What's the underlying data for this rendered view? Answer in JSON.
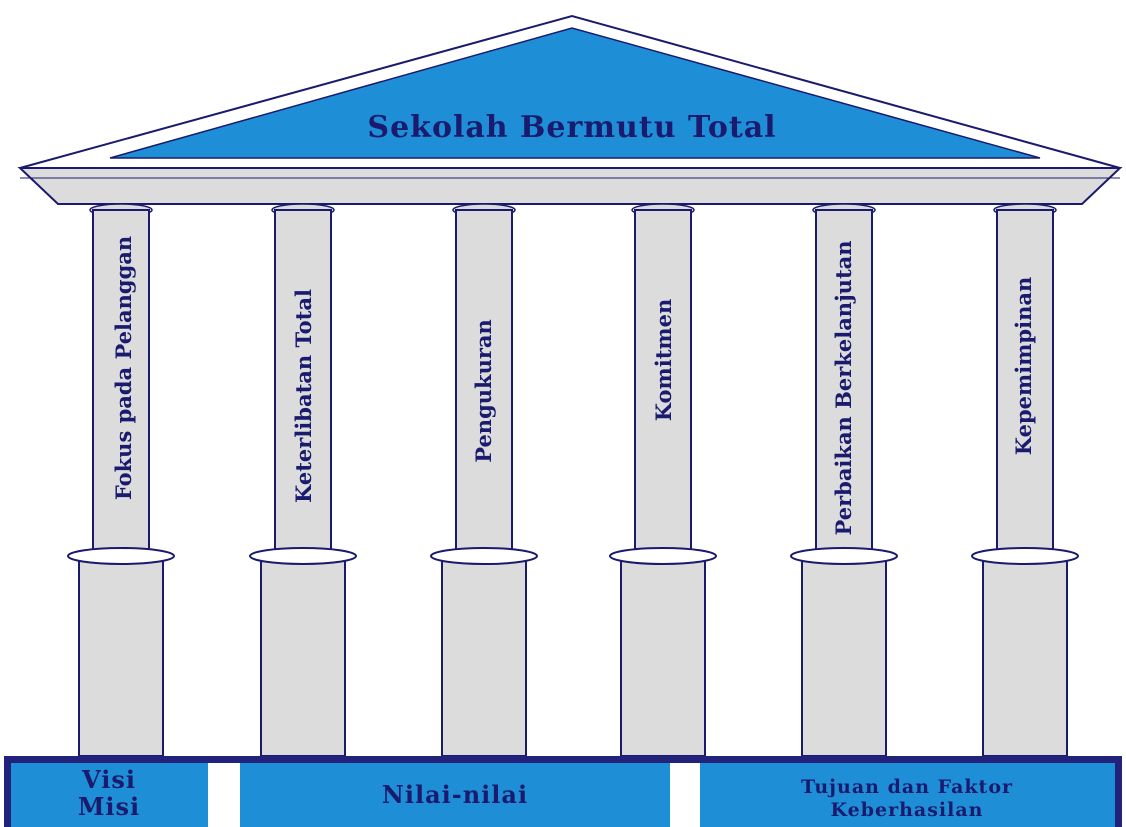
{
  "title": "Sekolah Bermutu Total",
  "pillars": [
    {
      "label": "Fokus pada Pelanggan"
    },
    {
      "label": "Keterlibatan Total"
    },
    {
      "label": "Pengukuran"
    },
    {
      "label": "Komitmen"
    },
    {
      "label": "Perbaikan Berkelanjutan"
    },
    {
      "label": "Kepemimpinan"
    }
  ],
  "foundation": {
    "left": {
      "line1": "Visi",
      "line2": "Misi"
    },
    "center": {
      "label": "Nilai-nilai"
    },
    "right": {
      "line1": "Tujuan dan Faktor",
      "line2": "Keberhasilan"
    }
  },
  "colors": {
    "roof_fill": "#1e8fd6",
    "stone_fill": "#dcdcdc",
    "outline": "#1a1a6e",
    "foundation_border": "#22227a",
    "text": "#1a1a6e"
  }
}
